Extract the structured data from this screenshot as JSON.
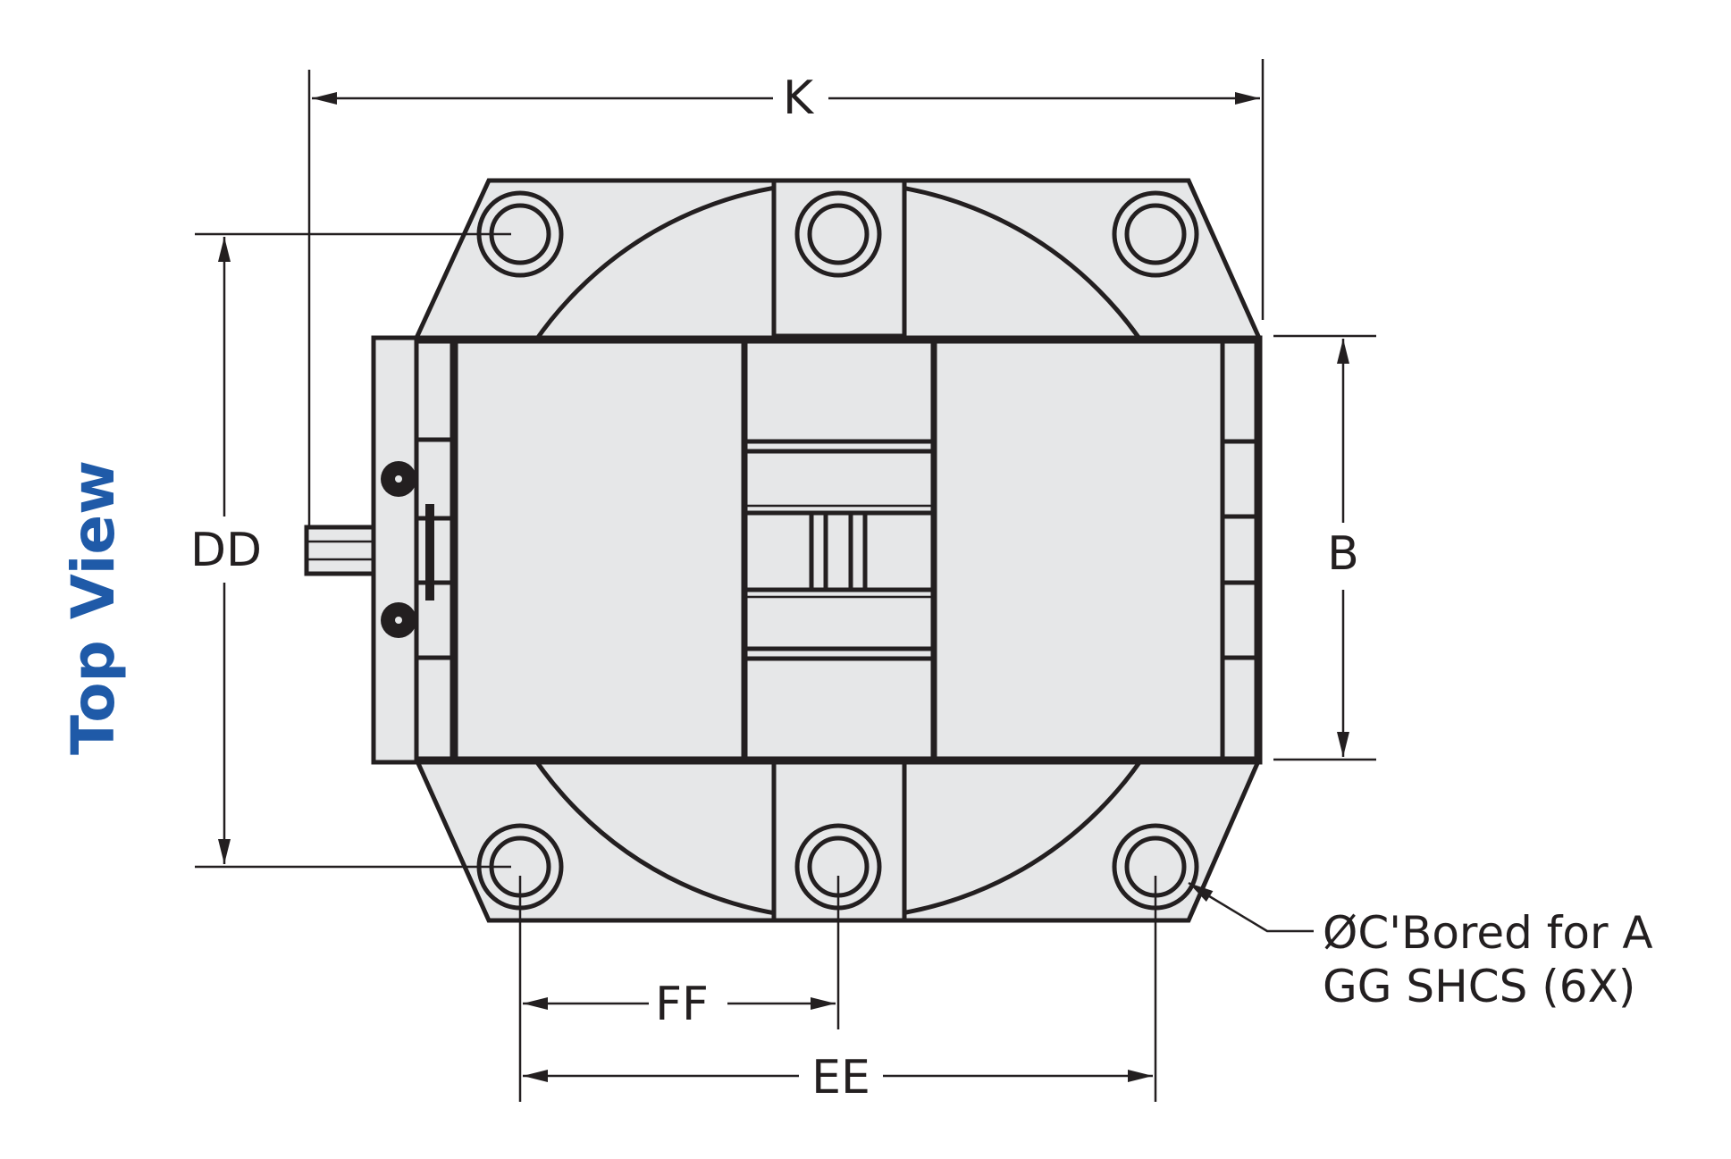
{
  "view_title": "Top View",
  "colors": {
    "title": "#1f5aa8",
    "line": "#231f20",
    "fill": "#e6e7e8"
  },
  "dimensions": {
    "overall_width": "K",
    "bolt_span_vertical": "DD",
    "body_height": "B",
    "hole_pitch": "FF",
    "outer_hole_span": "EE"
  },
  "callout": {
    "line1": "ØC'Bored for A",
    "line2": "GG SHCS (6X)"
  }
}
